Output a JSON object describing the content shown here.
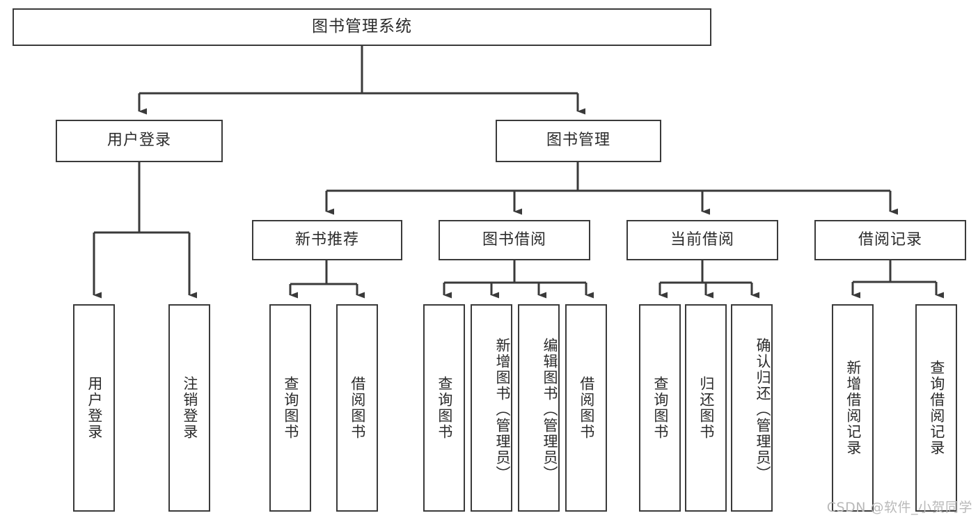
{
  "diagram": {
    "type": "tree",
    "title": "图书管理系统",
    "root": {
      "label": "图书管理系统",
      "level": 1
    },
    "level2": [
      {
        "label": "用户登录"
      },
      {
        "label": "图书管理"
      }
    ],
    "level3": [
      {
        "label": "新书推荐"
      },
      {
        "label": "图书借阅"
      },
      {
        "label": "当前借阅"
      },
      {
        "label": "借阅记录"
      }
    ],
    "leaves": {
      "user_login": [
        {
          "label": "用户登录"
        },
        {
          "label": "注销登录"
        }
      ],
      "new_book_recommend": [
        {
          "label": "查询图书"
        },
        {
          "label": "借阅图书"
        }
      ],
      "book_borrow": [
        {
          "label": "查询图书"
        },
        {
          "label": "新增图书（管理员）"
        },
        {
          "label": "编辑图书（管理员）"
        },
        {
          "label": "借阅图书"
        }
      ],
      "current_borrow": [
        {
          "label": "查询图书"
        },
        {
          "label": "归还图书"
        },
        {
          "label": "确认归还（管理员）"
        }
      ],
      "borrow_record": [
        {
          "label": "新增借阅记录"
        },
        {
          "label": "查询借阅记录"
        }
      ]
    }
  },
  "watermark": {
    "text": "CSDN @软件_小贺同学"
  },
  "colors": {
    "stroke": "#3a3a3a",
    "box_fill": "#ffffff",
    "text": "#2b2b2b",
    "watermark": "#b9b9b9",
    "background": "#ffffff"
  }
}
